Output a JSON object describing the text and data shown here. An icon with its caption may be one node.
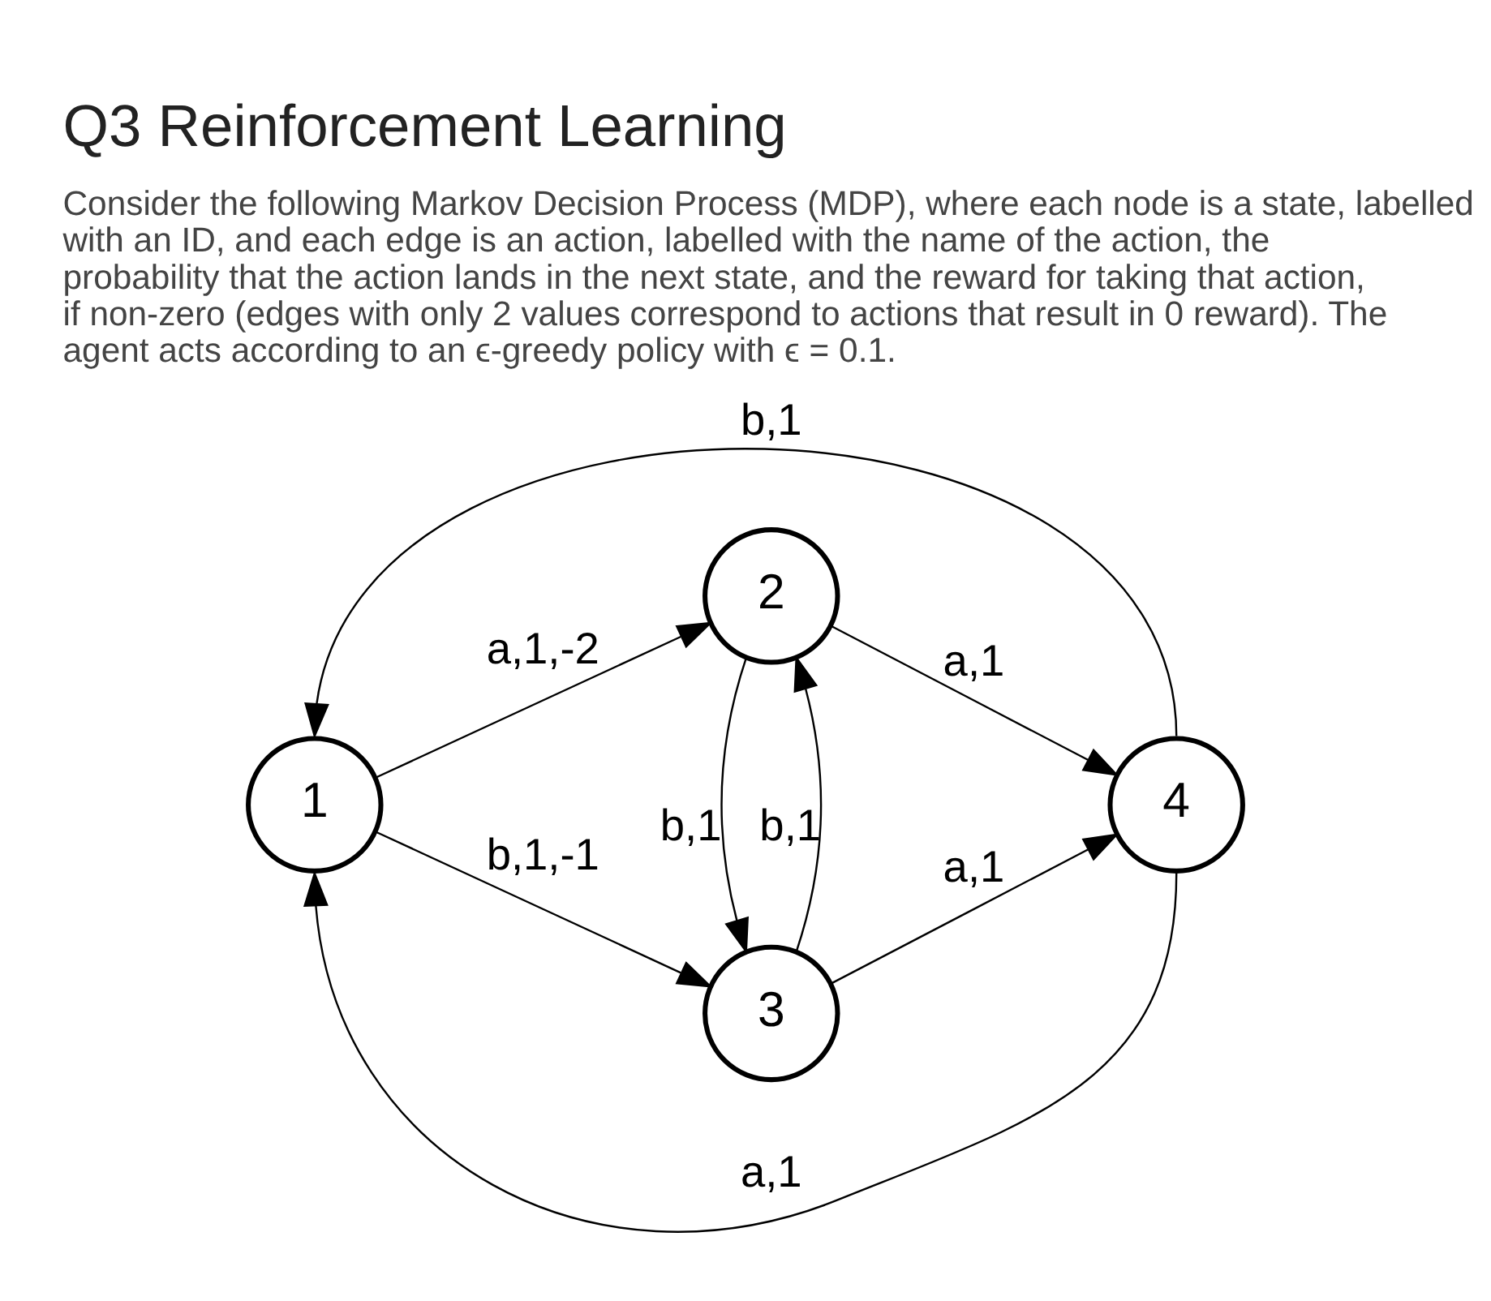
{
  "diagram": {
    "title": "Q3 Reinforcement Learning",
    "caption": "Consider the following Markov Decision Process (MDP), where each node is a state, labelled with an ID, and each edge is an action, labelled with the name of the action, the probability that the action lands in the next state, and the reward for taking that action, if non-zero (edges with only 2 values correspond to actions that result in 0 reward). The agent acts according to an ϵ-greedy policy with ϵ = 0.1.",
    "nodes": [
      {
        "text": [
          "1"
        ]
      },
      {
        "text": [
          "2"
        ]
      },
      {
        "text": [
          "3"
        ]
      },
      {
        "text": [
          "4"
        ]
      }
    ],
    "edges": [
      {
        "from": 3,
        "to": 0,
        "arrow": "to",
        "label": "b,1"
      },
      {
        "from": 0,
        "to": 1,
        "arrow": "to",
        "label": "a,1,-2"
      },
      {
        "from": 1,
        "to": 3,
        "arrow": "to",
        "label": "a,1"
      },
      {
        "from": 2,
        "to": 1,
        "arrow": "to",
        "label": "b,1"
      },
      {
        "from": 1,
        "to": 2,
        "arrow": "to",
        "label": "b,1"
      },
      {
        "from": 0,
        "to": 2,
        "arrow": "to",
        "label": "b,1,-1"
      },
      {
        "from": 2,
        "to": 3,
        "arrow": "to",
        "label": "a,1"
      },
      {
        "from": 3,
        "to": 0,
        "arrow": "to",
        "label": "a,1"
      }
    ]
  }
}
